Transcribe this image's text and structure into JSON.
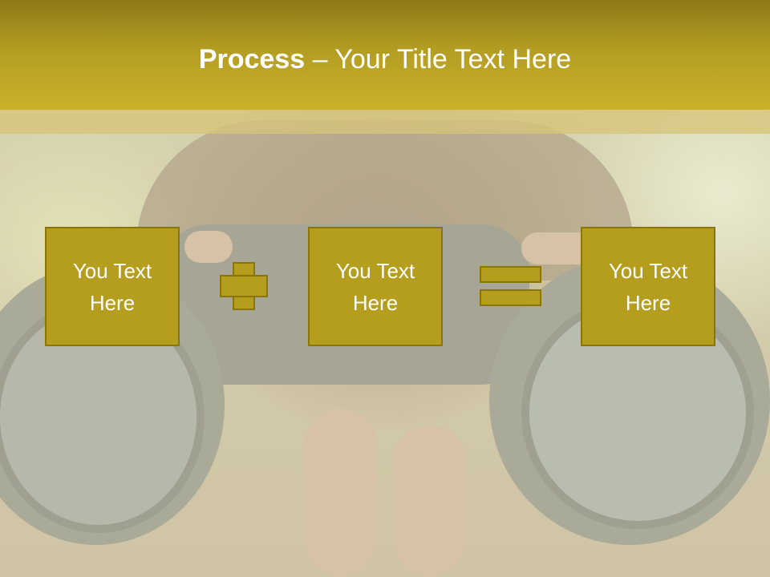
{
  "slide": {
    "title_bold": "Process",
    "title_rest": " – Your Title Text Here",
    "boxes": [
      {
        "text": "You Text Here"
      },
      {
        "text": "You Text Here"
      },
      {
        "text": "You Text Here"
      }
    ],
    "operators": [
      "plus",
      "equals"
    ]
  },
  "colors": {
    "accent": "#b59e1d",
    "accent_border": "#8a7509",
    "title_band": "#b39d22",
    "text": "#ffffff"
  }
}
